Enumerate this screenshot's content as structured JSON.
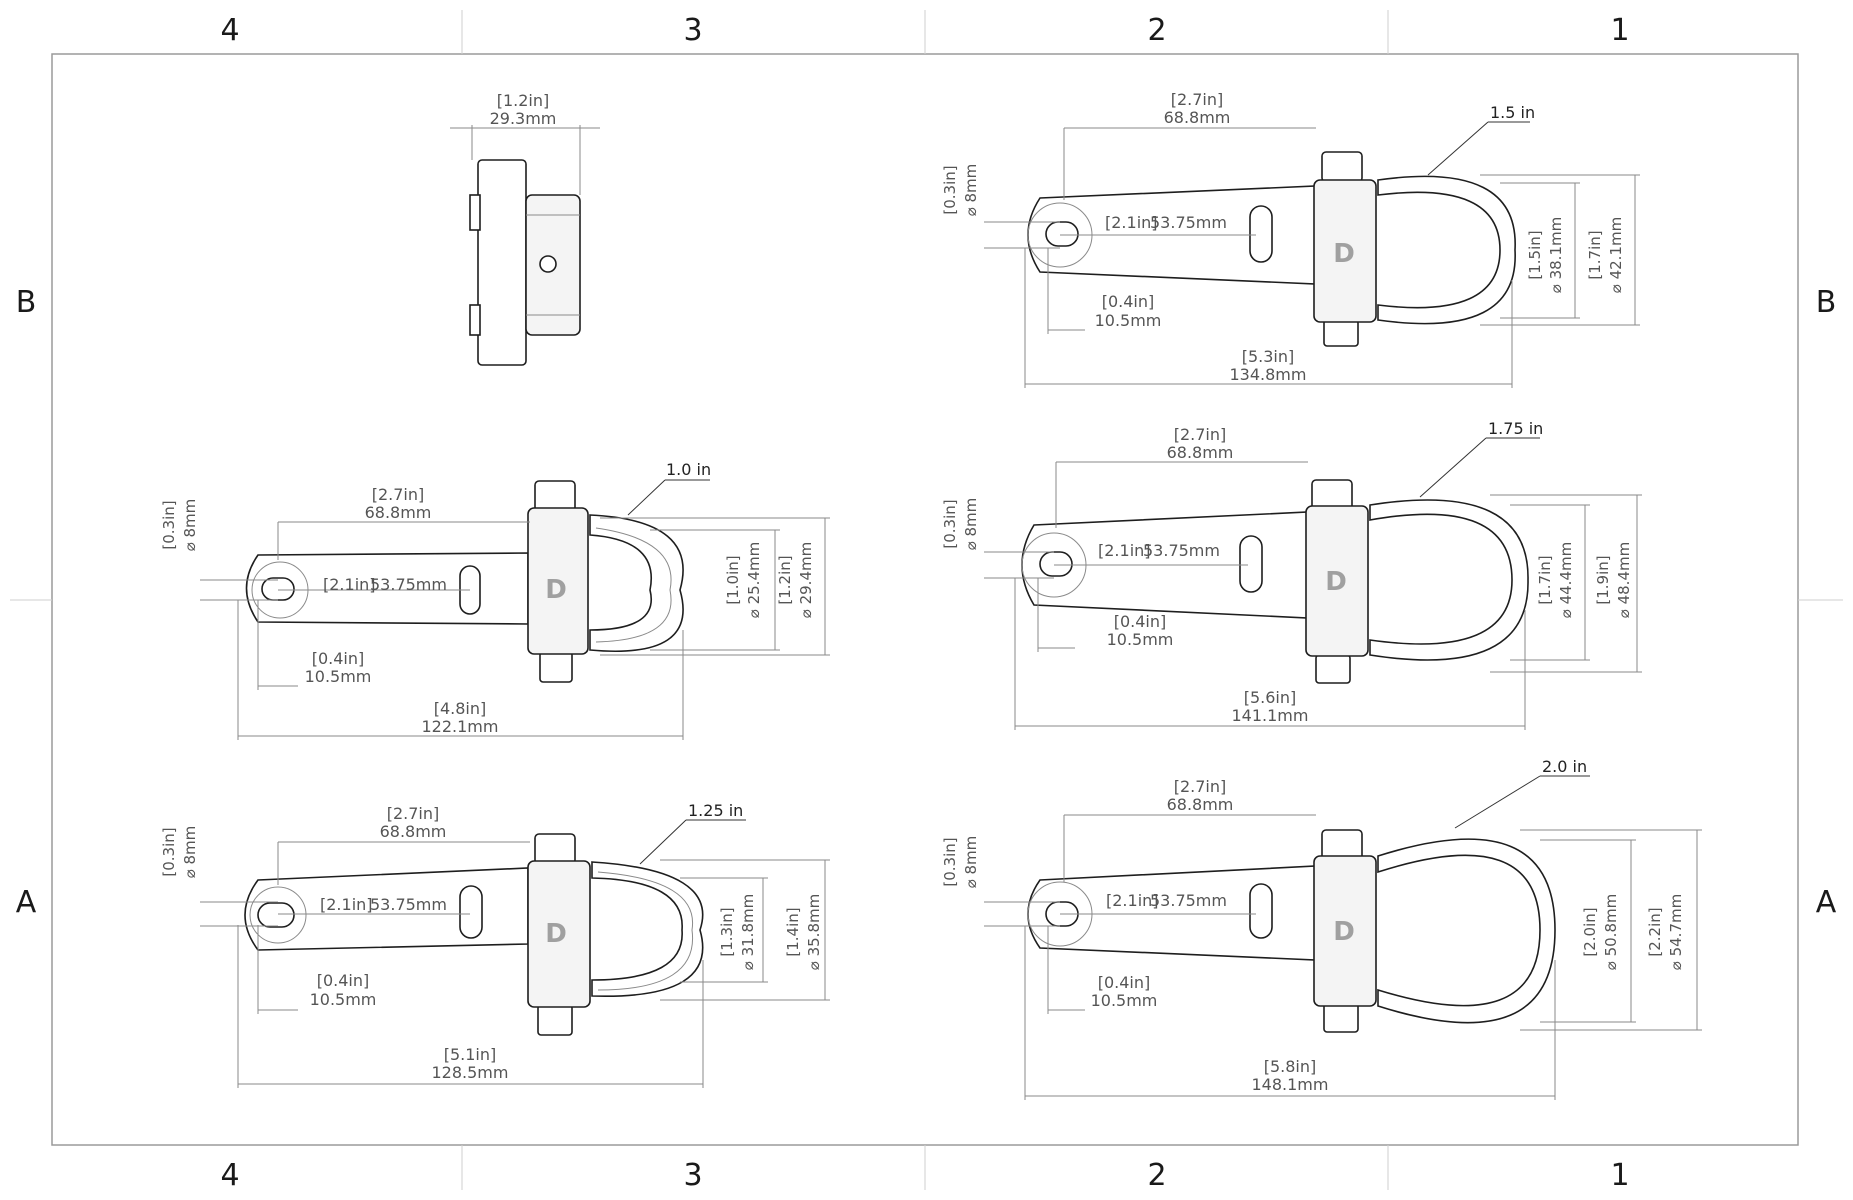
{
  "zones": {
    "columns": [
      "4",
      "3",
      "2",
      "1"
    ],
    "rows": [
      "B",
      "A"
    ]
  },
  "views": {
    "side": {
      "width_in": "[1.2in]",
      "width_mm": "29.3mm"
    },
    "clamp_1_0": {
      "callout": "1.0 in",
      "arm_in": "[2.7in]",
      "arm_mm": "68.8mm",
      "hole_in": "[0.3in]",
      "hole_mm": "⌀ 8mm",
      "slot_in": "[2.1in]",
      "slot_mm": "53.75mm",
      "offset_in": "[0.4in]",
      "offset_mm": "10.5mm",
      "total_in": "[4.8in]",
      "total_mm": "122.1mm",
      "inner_in": "[1.0in]",
      "inner_mm": "⌀ 25.4mm",
      "outer_in": "[1.2in]",
      "outer_mm": "⌀ 29.4mm"
    },
    "clamp_1_25": {
      "callout": "1.25 in",
      "arm_in": "[2.7in]",
      "arm_mm": "68.8mm",
      "hole_in": "[0.3in]",
      "hole_mm": "⌀ 8mm",
      "slot_in": "[2.1in]",
      "slot_mm": "53.75mm",
      "offset_in": "[0.4in]",
      "offset_mm": "10.5mm",
      "total_in": "[5.1in]",
      "total_mm": "128.5mm",
      "inner_in": "[1.3in]",
      "inner_mm": "⌀ 31.8mm",
      "outer_in": "[1.4in]",
      "outer_mm": "⌀ 35.8mm"
    },
    "clamp_1_5": {
      "callout": "1.5 in",
      "arm_in": "[2.7in]",
      "arm_mm": "68.8mm",
      "hole_in": "[0.3in]",
      "hole_mm": "⌀ 8mm",
      "slot_in": "[2.1in]",
      "slot_mm": "53.75mm",
      "offset_in": "[0.4in]",
      "offset_mm": "10.5mm",
      "total_in": "[5.3in]",
      "total_mm": "134.8mm",
      "inner_in": "[1.5in]",
      "inner_mm": "⌀ 38.1mm",
      "outer_in": "[1.7in]",
      "outer_mm": "⌀ 42.1mm"
    },
    "clamp_1_75": {
      "callout": "1.75 in",
      "arm_in": "[2.7in]",
      "arm_mm": "68.8mm",
      "hole_in": "[0.3in]",
      "hole_mm": "⌀ 8mm",
      "slot_in": "[2.1in]",
      "slot_mm": "53.75mm",
      "offset_in": "[0.4in]",
      "offset_mm": "10.5mm",
      "total_in": "[5.6in]",
      "total_mm": "141.1mm",
      "inner_in": "[1.7in]",
      "inner_mm": "⌀ 44.4mm",
      "outer_in": "[1.9in]",
      "outer_mm": "⌀ 48.4mm"
    },
    "clamp_2_0": {
      "callout": "2.0 in",
      "arm_in": "[2.7in]",
      "arm_mm": "68.8mm",
      "hole_in": "[0.3in]",
      "hole_mm": "⌀ 8mm",
      "slot_in": "[2.1in]",
      "slot_mm": "53.75mm",
      "offset_in": "[0.4in]",
      "offset_mm": "10.5mm",
      "total_in": "[5.8in]",
      "total_mm": "148.1mm",
      "inner_in": "[2.0in]",
      "inner_mm": "⌀ 50.8mm",
      "outer_in": "[2.2in]",
      "outer_mm": "⌀ 54.7mm"
    }
  }
}
